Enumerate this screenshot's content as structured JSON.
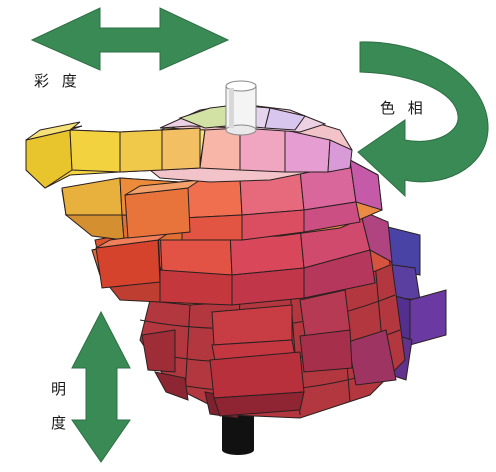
{
  "labels": {
    "chroma": "彩 度",
    "hue": "色 相",
    "value_1": "明",
    "value_2": "度"
  },
  "colors": {
    "arrow": "#3a8a55",
    "arrow_edge": "#2c6f43",
    "axis_dark": "#111111",
    "axis_cap": "#f4f4f4",
    "block_edge": "#2a2020"
  },
  "icons": [
    "double-arrow-horizontal-icon",
    "curved-arrow-icon",
    "double-arrow-vertical-icon"
  ]
}
